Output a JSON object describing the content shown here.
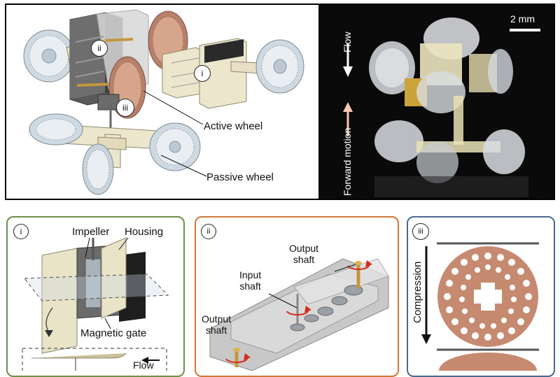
{
  "top": {
    "markers": {
      "i": "i",
      "ii": "ii",
      "iii": "iii"
    },
    "active_wheel_label": "Active wheel",
    "passive_wheel_label": "Passive wheel",
    "photo": {
      "scale_bar": "2 mm",
      "flow": "Flow",
      "forward_motion": "Forward motion"
    }
  },
  "panel_i": {
    "tag": "i",
    "impeller": "Impeller",
    "housing": "Housing",
    "magnetic_gate": "Magnetic gate",
    "flow": "Flow",
    "border_color": "#6f8f4a"
  },
  "panel_ii": {
    "tag": "ii",
    "output_shaft_top": [
      "Output",
      "shaft"
    ],
    "input_shaft": [
      "Input",
      "shaft"
    ],
    "output_shaft_left": [
      "Output",
      "shaft"
    ],
    "border_color": "#cf7a3c"
  },
  "panel_iii": {
    "tag": "iii",
    "compression": "Compression",
    "border_color": "#4c6a8e"
  }
}
